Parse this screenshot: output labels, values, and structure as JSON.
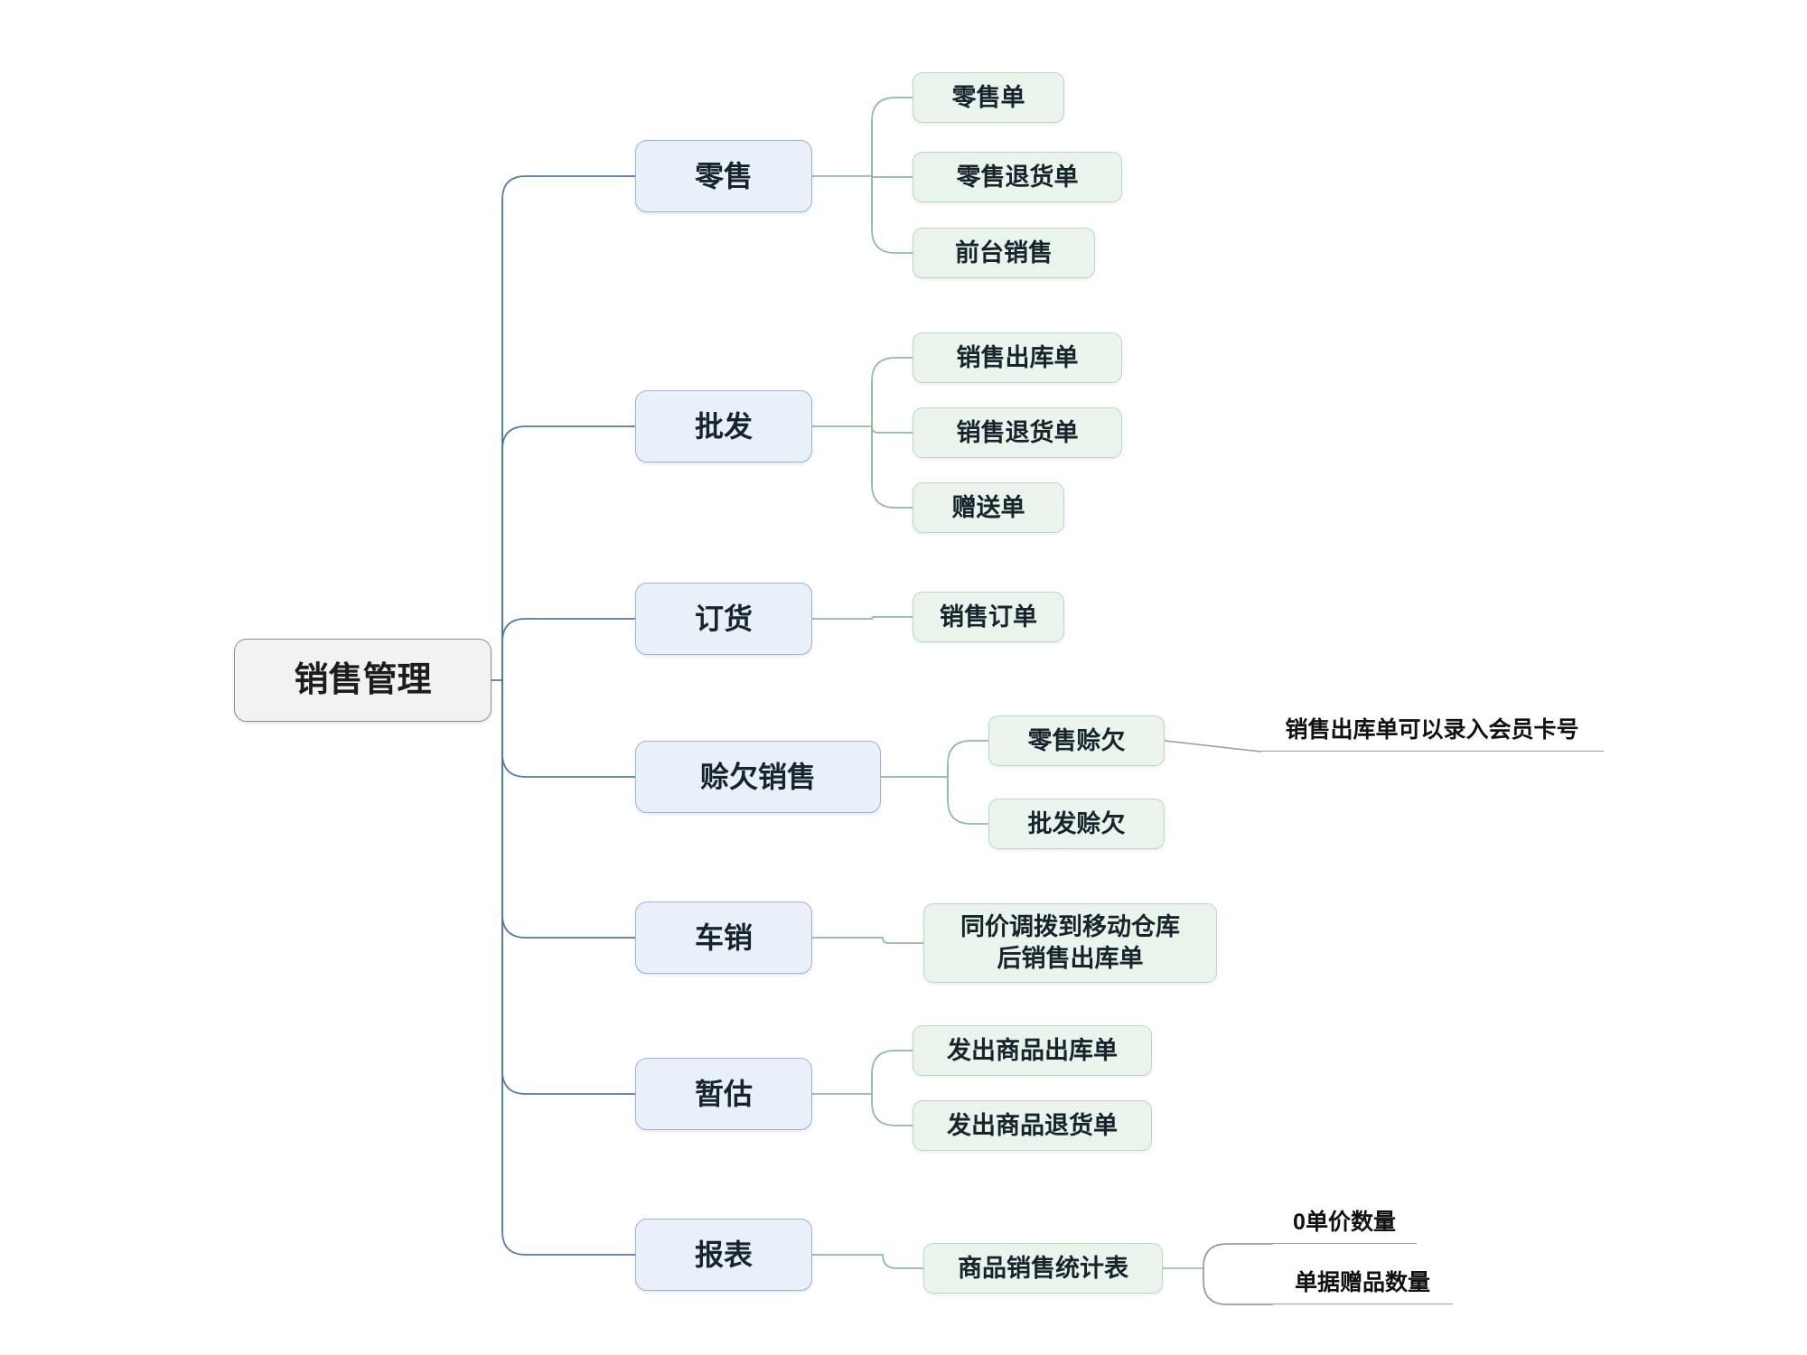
{
  "diagram": {
    "title": "销售管理",
    "root": {
      "label": "销售管理"
    },
    "branches": [
      {
        "label": "零售",
        "children": [
          {
            "label": "零售单"
          },
          {
            "label": "零售退货单"
          },
          {
            "label": "前台销售"
          }
        ]
      },
      {
        "label": "批发",
        "children": [
          {
            "label": "销售出库单"
          },
          {
            "label": "销售退货单"
          },
          {
            "label": "赠送单"
          }
        ]
      },
      {
        "label": "订货",
        "children": [
          {
            "label": "销售订单"
          }
        ]
      },
      {
        "label": "赊欠销售",
        "children": [
          {
            "label": "零售赊欠",
            "notes": [
              {
                "label": "销售出库单可以录入会员卡号"
              }
            ]
          },
          {
            "label": "批发赊欠"
          }
        ]
      },
      {
        "label": "车销",
        "children": [
          {
            "label": "同价调拨到移动仓库\n后销售出库单"
          }
        ]
      },
      {
        "label": "暂估",
        "children": [
          {
            "label": "发出商品出库单"
          },
          {
            "label": "发出商品退货单"
          }
        ]
      },
      {
        "label": "报表",
        "children": [
          {
            "label": "商品销售统计表",
            "notes": [
              {
                "label": "0单价数量"
              },
              {
                "label": "单据赠品数量"
              }
            ]
          }
        ]
      }
    ],
    "colors": {
      "root_fill": "#f2f2f2",
      "root_border": "#8c8c8c",
      "branch_fill": "#eaf0fa",
      "branch_border": "#9db4d2",
      "leaf_fill": "#eaf4ed",
      "leaf_border": "#bad8c2",
      "trunk_line": "#4e7ba6",
      "leaf_line": "#8fbb9b",
      "note_line": "#9a9a9a",
      "text": "#16242b",
      "background": "#ffffff"
    }
  }
}
